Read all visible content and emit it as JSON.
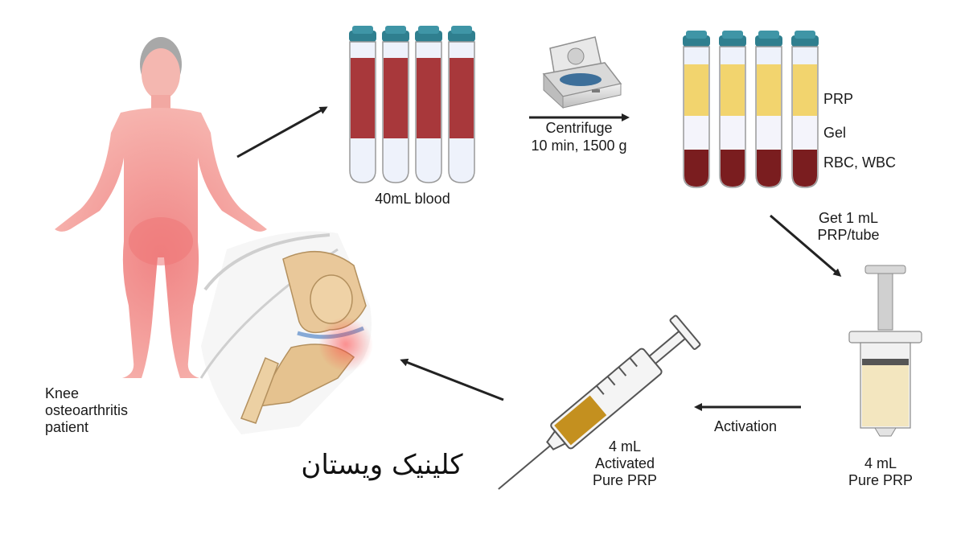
{
  "labels": {
    "blood": "40mL blood",
    "centrifuge_1": "Centrifuge",
    "centrifuge_2": "10 min, 1500 g",
    "prp": "PRP",
    "gel": "Gel",
    "rbc": "RBC, WBC",
    "get_1": "Get 1 mL",
    "get_2": "PRP/tube",
    "pure_1": "4 mL",
    "pure_2": "Pure PRP",
    "activation": "Activation",
    "activated_1": "4 mL",
    "activated_2": "Activated",
    "activated_3": "Pure PRP",
    "patient_1": "Knee",
    "patient_2": "osteoarthritis",
    "patient_3": "patient",
    "brand": "کلینیک ویستان"
  },
  "colors": {
    "blood": "#a8383b",
    "plasma": "#f2d46e",
    "rbc": "#7a1d1f",
    "cap": "#2f7f8f",
    "skin": "#f3a3a0",
    "bone": "#e9c89a",
    "arrow": "#222222"
  },
  "icons": [
    "human-figure-icon",
    "blood-tube-icon",
    "centrifuge-icon",
    "separated-tube-icon",
    "syringe-icon",
    "knee-joint-icon",
    "arrow-icon"
  ]
}
